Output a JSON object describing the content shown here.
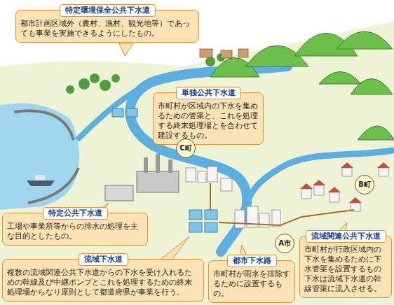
{
  "diagram": {
    "nodes": [
      {
        "text": [
          "特定環境保全公共下水道",
          "都市計画区域外（農村、漁村、観光地等）であっても事業を実施できるようにしたもの。"
        ]
      },
      {
        "text": [
          "単独公共下水道",
          "市町村が区域内の下水を集めるための管渠と、これを処理する終末処理場とを合わせて建設するもの。"
        ]
      },
      {
        "text": [
          "C町"
        ]
      },
      {
        "text": [
          "B町"
        ]
      },
      {
        "text": [
          "特定公共下水道",
          "工場や事業所等からの排水の処理を主な目的としたもの。"
        ]
      },
      {
        "text": [
          "A市"
        ]
      },
      {
        "text": [
          "流域関連公共下水道",
          "市町村が行政区域内の下水を集めるために下水管渠を設置するもの下水は流域下水道の幹線管渠に流入させる。"
        ]
      },
      {
        "text": [
          "流域下水道",
          "複数の流域関連公共下水道からの下水を受け入れるための幹線及び中継ポンプとこれを処理するための終末処理場からなり原則として都道府県が事業を行う。"
        ]
      },
      {
        "text": [
          "都市下水路",
          "市町村が雨水を排除するために設置するもの。"
        ]
      }
    ]
  }
}
